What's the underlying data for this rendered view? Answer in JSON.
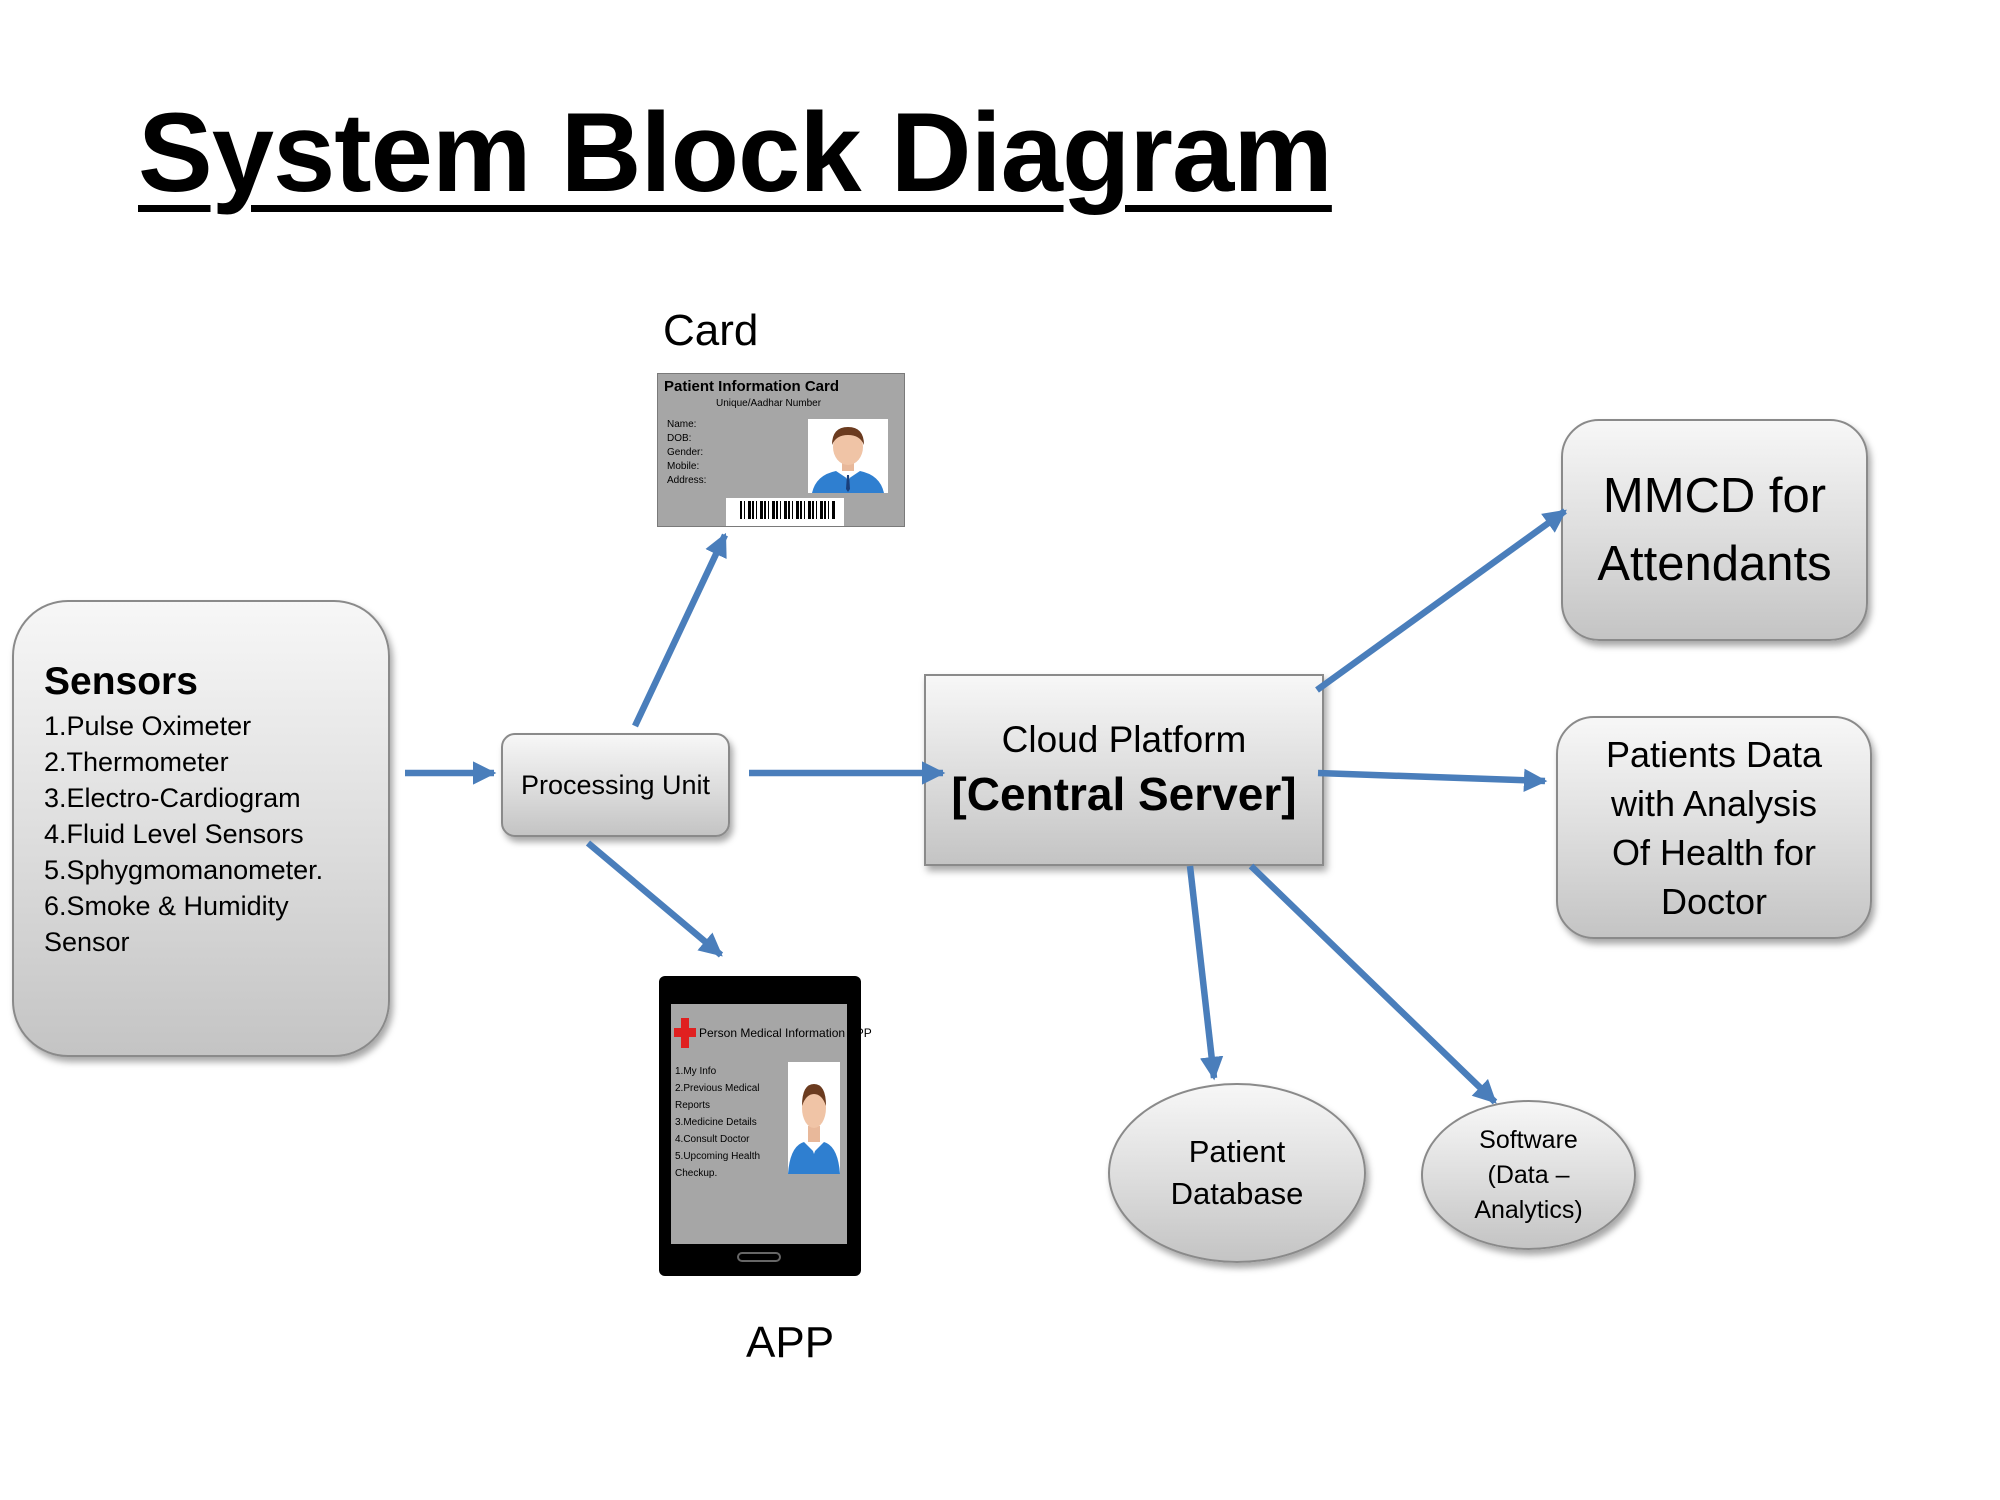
{
  "title": "System Block Diagram",
  "labels": {
    "card": "Card",
    "app": "APP"
  },
  "sensors": {
    "heading": "Sensors",
    "items": [
      "1.Pulse Oximeter",
      "2.Thermometer",
      "3.Electro-Cardiogram",
      "4.Fluid Level Sensors",
      "5.Sphygmomanometer.",
      "6.Smoke & Humidity",
      "Sensor"
    ]
  },
  "processing_unit": "Processing Unit",
  "cloud": {
    "line1": "Cloud Platform",
    "line2": "[Central Server]"
  },
  "mmcd": {
    "line1": "MMCD for",
    "line2": "Attendants"
  },
  "patients_data": {
    "lines": [
      "Patients Data",
      "with Analysis",
      "Of Health for",
      "Doctor"
    ]
  },
  "patient_db": {
    "line1": "Patient",
    "line2": "Database"
  },
  "software": {
    "line1": "Software",
    "line2": "(Data –",
    "line3": "Analytics)"
  },
  "card_image": {
    "title": "Patient Information Card",
    "subtitle": "Unique/Aadhar Number",
    "fields": [
      "Name:",
      "DOB:",
      "Gender:",
      "Mobile:",
      "Address:"
    ]
  },
  "app_image": {
    "title": "Person Medical Information APP",
    "items": [
      "1.My Info",
      "2.Previous Medical",
      "Reports",
      "3.Medicine Details",
      "4.Consult Doctor",
      "5.Upcoming Health",
      "Checkup."
    ]
  },
  "colors": {
    "arrow": "#4a7ebb",
    "box_border": "#8a8a8a",
    "cross": "#e02020"
  },
  "icons": [
    "avatar-icon",
    "barcode-icon",
    "medical-cross-icon"
  ]
}
